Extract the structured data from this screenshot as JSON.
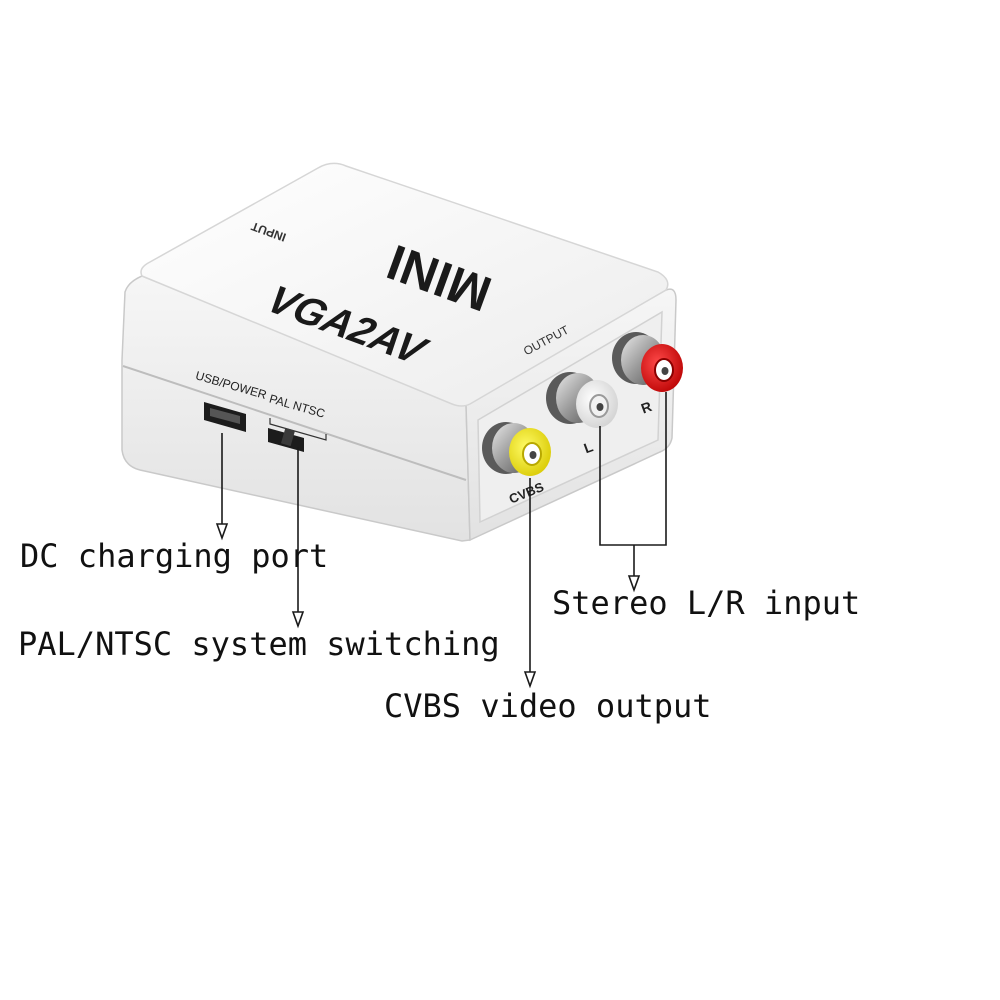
{
  "device": {
    "top_label_1": "MINI",
    "top_label_2": "VGA2AV",
    "input_label": "INPUT",
    "output_label": "OUTPUT",
    "usb_label": "USB/POWER",
    "switch_label": "PAL NTSC",
    "cvbs_label": "CVBS",
    "left_label": "L",
    "right_label": "R"
  },
  "callouts": {
    "dc": "DC charging port",
    "pal": "PAL/NTSC system switching",
    "stereo": "Stereo L/R input",
    "cvbs": "CVBS video output"
  },
  "colors": {
    "body": "#f4f4f4",
    "yellow": "#f2e600",
    "white_jack": "#ffffff",
    "red": "#e00000",
    "line": "#1a1a1a"
  }
}
